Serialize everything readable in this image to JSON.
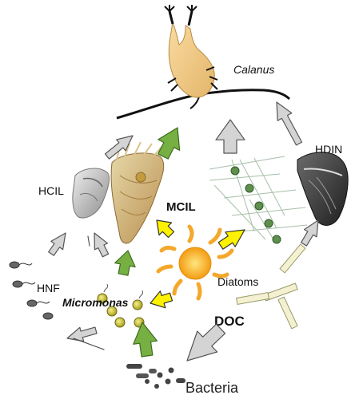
{
  "labels": {
    "calanus": "Calanus",
    "hdin": "HDIN",
    "hcil": "HCIL",
    "mcil": "MCIL",
    "hnf": "HNF",
    "micromonas": "Micromonas",
    "diatoms": "Diatoms",
    "doc": "DOC",
    "bacteria": "Bacteria"
  },
  "colors": {
    "gray_arrow_fill": "#d4d4d4",
    "gray_arrow_stroke": "#555555",
    "green_arrow_fill": "#76b043",
    "green_arrow_stroke": "#3e6b1e",
    "yellow_arrow_fill": "#fff200",
    "yellow_arrow_stroke": "#333333",
    "calanus_body": "#f3cf8c",
    "sun": "#f6b81a"
  },
  "icons": [
    "calanus-copepod",
    "hdin-dinoflagellate",
    "hcil-ciliate",
    "mcil-ciliate",
    "hnf-flagellates",
    "micromonas-cells",
    "diatom-chains",
    "sun",
    "bacteria-cells"
  ]
}
